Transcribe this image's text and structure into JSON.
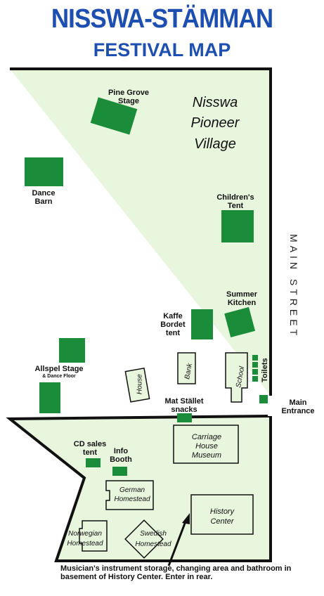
{
  "title": "NISSWA-STÄMMAN",
  "subtitle": "FESTIVAL MAP",
  "colors": {
    "title_blue": "#1d4fb0",
    "ground": "#e8f6de",
    "venue_green": "#1a8c3a"
  },
  "village_label": [
    "Nisswa",
    "Pioneer",
    "Village"
  ],
  "street": "MAIN STREET",
  "venues": {
    "pine_grove": [
      "Pine Grove",
      "Stage"
    ],
    "dance_barn": [
      "Dance",
      "Barn"
    ],
    "childrens_tent": [
      "Children's",
      "Tent"
    ],
    "summer_kitchen": [
      "Summer",
      "Kitchen"
    ],
    "kaffe_bordet": [
      "Kaffe",
      "Bordet",
      "tent"
    ],
    "allspel_stage": "Allspel Stage",
    "allspel_sub": "& Dance Floor",
    "toilets": "Toilets",
    "main_entrance": [
      "Main",
      "Entrance"
    ],
    "mat_stallet": [
      "Mat Stället",
      "snacks"
    ],
    "cd_sales": [
      "CD sales",
      "tent"
    ],
    "info_booth": [
      "Info",
      "Booth"
    ]
  },
  "buildings": {
    "house": "House",
    "bank": "Bank",
    "school": "School",
    "carriage_house": [
      "Carriage",
      "House",
      "Museum"
    ],
    "german": [
      "German",
      "Homestead"
    ],
    "history_center": [
      "History",
      "Center"
    ],
    "norwegian": [
      "Norwegian",
      "Homestead"
    ],
    "swedish": [
      "Swedish",
      "Homestead"
    ]
  },
  "footer_note": "Musician's instrument storage, changing area and bathroom in basement of History Center. Enter in rear."
}
